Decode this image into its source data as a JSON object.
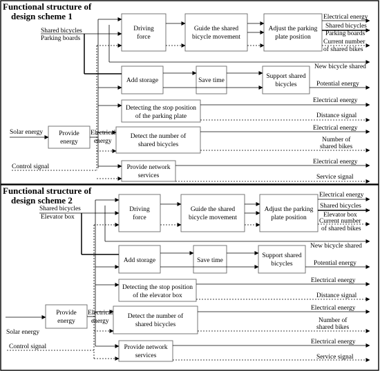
{
  "scheme1": {
    "title_line1": "Functional structure of",
    "title_line2": "design scheme 1",
    "input_a": "Shared bicycles",
    "input_b": "Parking boards",
    "solar": "Solar energy",
    "control": "Control signal",
    "electrical_label": [
      "Electrical",
      "energy"
    ],
    "provide_energy": [
      "Provide",
      "energy"
    ],
    "driving_force": [
      "Driving",
      "force"
    ],
    "guide": [
      "Guide the shared",
      "bicycle movement"
    ],
    "adjust": [
      "Adjust the parking",
      "plate position"
    ],
    "add_storage": "Add storage",
    "save_time": "Save time",
    "support": [
      "Support shared",
      "bicycles"
    ],
    "detect_stop": [
      "Detecting the stop position",
      "of the parking plate"
    ],
    "detect_number": [
      "Detect the number of",
      "shared bicycles"
    ],
    "network": [
      "Provide network",
      "services"
    ],
    "out_elec1": "Electrical energy",
    "out_shared": "Shared bicycles",
    "out_boards": "Parking boards",
    "out_current": [
      "Current number",
      "of shared bikes"
    ],
    "out_new": "New bicycle shared",
    "out_potential": "Potential energy",
    "out_elec2": "Electrical energy",
    "out_distance": "Distance signal",
    "out_elec3": "Electrical energy",
    "out_number": [
      "Number of",
      "shared bikes"
    ],
    "out_elec4": "Electrical energy",
    "out_service": "Service signal"
  },
  "scheme2": {
    "title_line1": "Functional structure of",
    "title_line2": "design scheme 2",
    "input_a": "Shared bicycles",
    "input_b": "Elevator box",
    "solar": "Solar energy",
    "control": "Control signal",
    "electrical_label": [
      "Electrical",
      "energy"
    ],
    "provide_energy": [
      "Provide",
      "energy"
    ],
    "driving_force": [
      "Driving",
      "force"
    ],
    "guide": [
      "Guide the shared",
      "bicycle movement"
    ],
    "adjust": [
      "Adjust the parking",
      "plate position"
    ],
    "add_storage": "Add storage",
    "save_time": "Save time",
    "support": [
      "Support shared",
      "bicycles"
    ],
    "detect_stop": [
      "Detecting the stop position",
      "of the elevator box"
    ],
    "detect_number": [
      "Detect the number of",
      "shared bicycles"
    ],
    "network": [
      "Provide network",
      "services"
    ],
    "out_elec1": "Electrical energy",
    "out_shared": "Shared bicycles",
    "out_box": "Elevator box",
    "out_current": [
      "Current number",
      "of shared bikes"
    ],
    "out_new": "New bicycle shared",
    "out_potential": "Potential energy",
    "out_elec2": "Electrical energy",
    "out_distance": "Distance signal",
    "out_elec3": "Electrical energy",
    "out_number": [
      "Number of",
      "shared bikes"
    ],
    "out_elec4": "Electrical energy",
    "out_service": "Service signal"
  }
}
